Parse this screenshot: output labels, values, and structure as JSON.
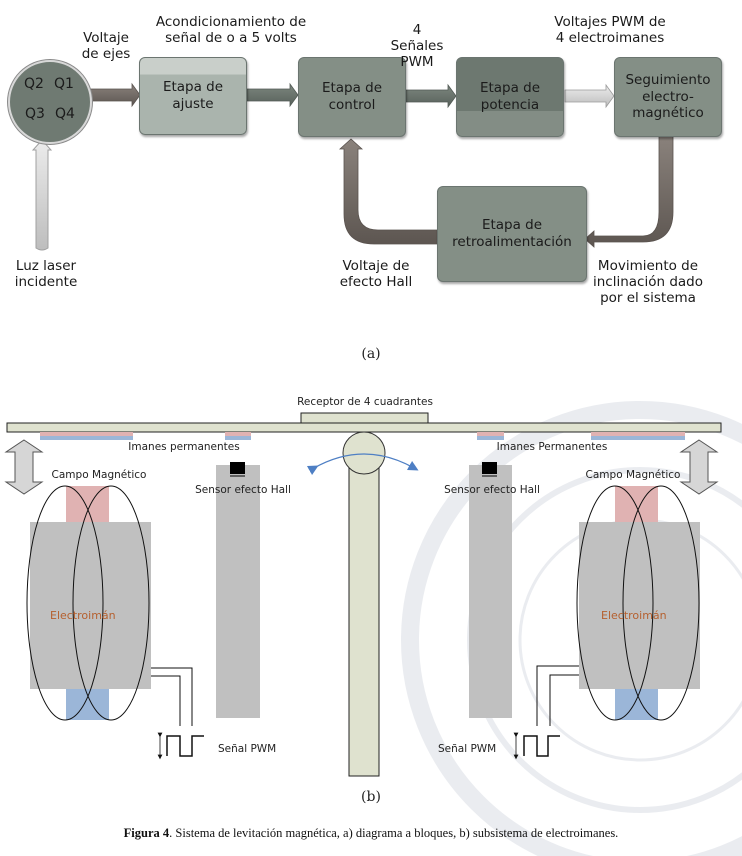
{
  "colors": {
    "dark_box": "#6f7a72",
    "mid_box": "#848f86",
    "light_box": "#b8c0ba",
    "arrow_dark": "#6e6661",
    "arrow_light": "#d6d6d6",
    "beam": "#dfe2cf",
    "magnet_red": "#e0b2b2",
    "magnet_blue": "#9bb6d8",
    "core_gray": "#c0c0c0",
    "electro_text": "#b5602f",
    "tilt_arrow": "#4e7fc4"
  },
  "diagram_a": {
    "sensor": {
      "quadrants": [
        "Q2",
        "Q1",
        "Q3",
        "Q4"
      ]
    },
    "blocks": [
      {
        "id": "ajuste",
        "label": "Etapa de\najuste"
      },
      {
        "id": "control",
        "label": "Etapa de\ncontrol"
      },
      {
        "id": "potencia",
        "label": "Etapa de\npotencia"
      },
      {
        "id": "seguimiento",
        "label": "Seguimiento\nelectro-\nmagnético"
      },
      {
        "id": "retroalimentacion",
        "label": "Etapa de\nretroalimentación"
      }
    ],
    "labels": {
      "voltaje_ejes": "Voltaje\nde ejes",
      "acondicionamiento": "Acondicionamiento de\nseñal de o a 5 volts",
      "senales_pwm": "4 Señales\nPWM",
      "voltajes_pwm": "Voltajes PWM de\n4 electroimanes",
      "luz_laser": "Luz laser\nincidente",
      "voltaje_hall": "Voltaje de\nefecto Hall",
      "movimiento": "Movimiento de\ninclinación dado\npor el sistema"
    },
    "subcaption": "(a)"
  },
  "diagram_b": {
    "labels": {
      "receptor": "Receptor de 4 cuadrantes",
      "imanes_left": "Imanes permanentes",
      "imanes_right": "Imanes Permanentes",
      "campo_left": "Campo Magnético",
      "campo_right": "Campo Magnético",
      "sensor_left": "Sensor efecto Hall",
      "sensor_right": "Sensor efecto Hall",
      "electroiman_left": "Electroimán",
      "electroiman_right": "Electroimán",
      "pwm_left": "Señal PWM",
      "pwm_right": "Señal PWM"
    },
    "subcaption": "(b)"
  },
  "figure_caption": {
    "label": "Figura 4",
    "text": ". Sistema de levitación magnética, a) diagrama a bloques, b) subsistema de electroimanes."
  }
}
